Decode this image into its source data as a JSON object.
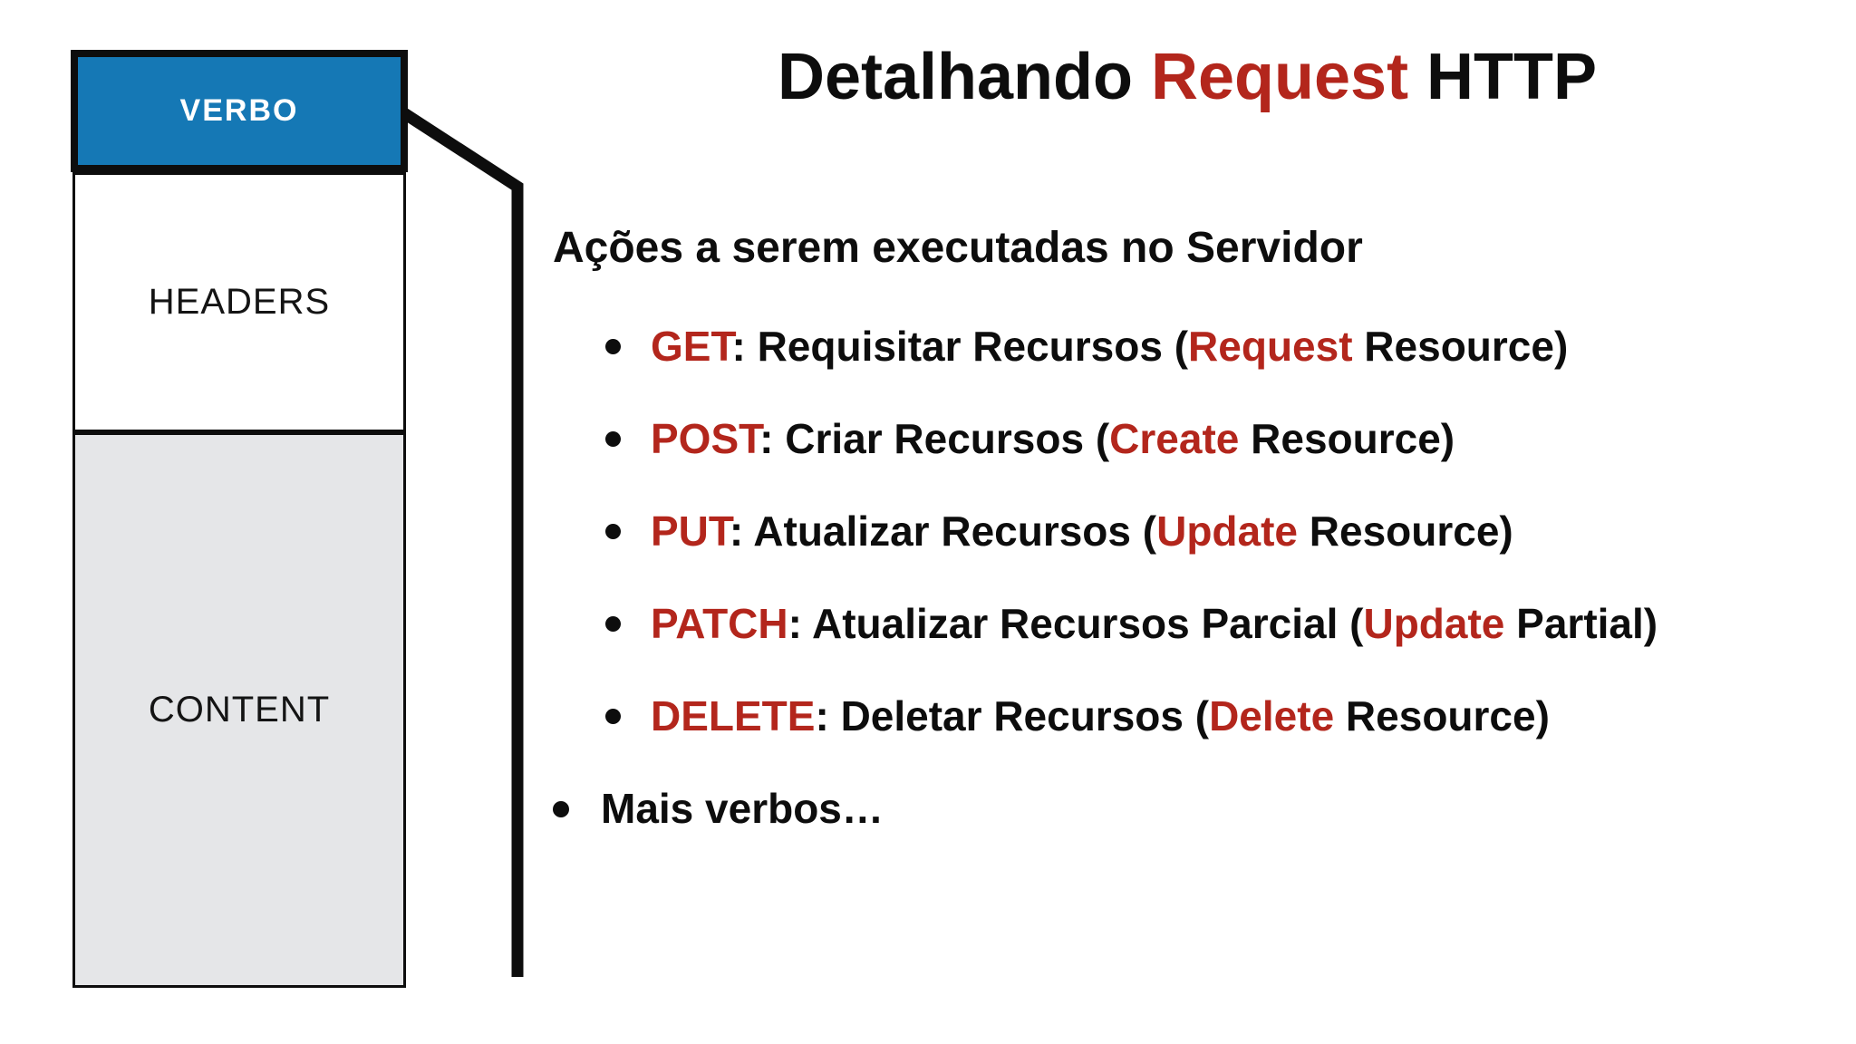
{
  "slide": {
    "title": {
      "part1": "Detalhando ",
      "accent": "Request",
      "part2": " HTTP"
    },
    "subtitle": "Ações a serem executadas no Servidor",
    "bullets": [
      {
        "verb": "GET",
        "mid": ": Requisitar Recursos (",
        "accent": "Request",
        "tail": " Resource)"
      },
      {
        "verb": "POST",
        "mid": ": Criar Recursos (",
        "accent": "Create",
        "tail": " Resource)"
      },
      {
        "verb": "PUT",
        "mid": ": Atualizar Recursos (",
        "accent": "Update",
        "tail": " Resource)"
      },
      {
        "verb": "PATCH",
        "mid": ": Atualizar Recursos Parcial (",
        "accent": "Update",
        "tail": " Partial)"
      },
      {
        "verb": "DELETE",
        "mid": ": Deletar Recursos (",
        "accent": "Delete",
        "tail": " Resource)"
      }
    ],
    "more_bullet": "Mais verbos…",
    "diagram": {
      "verb_label": "VERBO",
      "headers_label": "HEADERS",
      "content_label": "CONTENT"
    },
    "colors": {
      "accent_red": "#B3261C",
      "verb_blue": "#1578B5",
      "content_gray": "#E5E6E8",
      "ink": "#0D0D0D"
    }
  }
}
